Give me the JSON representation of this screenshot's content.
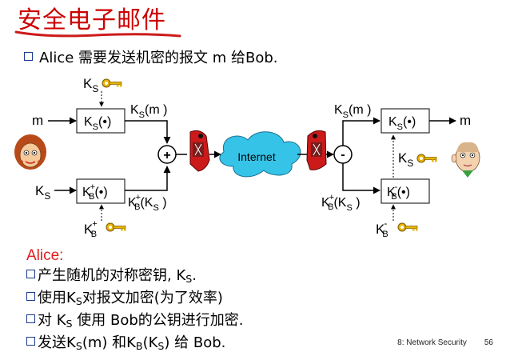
{
  "slide": {
    "title": "安全电子邮件",
    "intro": {
      "before": "Alice 需要发送机密的报文 ",
      "mid": "m",
      "after": " 给Bob."
    }
  },
  "diagram": {
    "left": {
      "ks_key_label": "K",
      "ks_key_sub": "S",
      "m_in": "m",
      "enc_box": {
        "k": "K",
        "sub": "S",
        "arg": "(•)"
      },
      "enc_out": {
        "k": "K",
        "sub": "S",
        "arg": "(m )"
      },
      "ks_in": {
        "k": "K",
        "sub": "S"
      },
      "pub_box": {
        "k": "K",
        "sup": "+",
        "sub": "B",
        "arg": "(•)"
      },
      "pub_out": {
        "k": "K",
        "sup": "+",
        "sub": "B",
        "arg1": "(K",
        "sub2": "S",
        "arg2": " )"
      },
      "pub_key_label": {
        "k": "K",
        "sup": "+",
        "sub": "B"
      },
      "plus": "+"
    },
    "internet": "Internet",
    "right": {
      "minus": "-",
      "ks_m": {
        "k": "K",
        "sub": "S",
        "arg": "(m )"
      },
      "dec_box": {
        "k": "K",
        "sub": "S",
        "arg": "(•)"
      },
      "m_out": "m",
      "ks_key": {
        "k": "K",
        "sub": "S"
      },
      "priv_in": {
        "k": "K",
        "sup": "+",
        "sub": "B",
        "arg1": "(K",
        "sub2": "S",
        "arg2": " )"
      },
      "priv_box": {
        "k": "K",
        "sup": "-",
        "sub": "B",
        "arg": "(•)"
      },
      "priv_key_label": {
        "k": "K",
        "sup": "-",
        "sub": "B"
      }
    }
  },
  "steps": {
    "heading": "Alice:",
    "items": [
      {
        "a": "产生随机的对称密钥, K",
        "sub": "S",
        "b": "."
      },
      {
        "a": "使用K",
        "sub": "S",
        "b": "对报文加密(为了效率)"
      },
      {
        "a": "对 K",
        "sub": "S",
        "b": " 使用 Bob的公钥进行加密."
      },
      {
        "a": "发送K",
        "sub": "S",
        "b": "(m) 和K",
        "sub2": "B",
        "c": "(K",
        "sub3": "S",
        "d": ") 给 Bob."
      }
    ]
  },
  "footer": {
    "chapter": "8: Network Security",
    "page": "56"
  },
  "colors": {
    "title": "#cc0000",
    "underline": "#cc1b1b",
    "heading": "#e11e1e",
    "key": "#e8b400",
    "cloud": "#36c3e8",
    "firewall": "#cc1a1a"
  }
}
